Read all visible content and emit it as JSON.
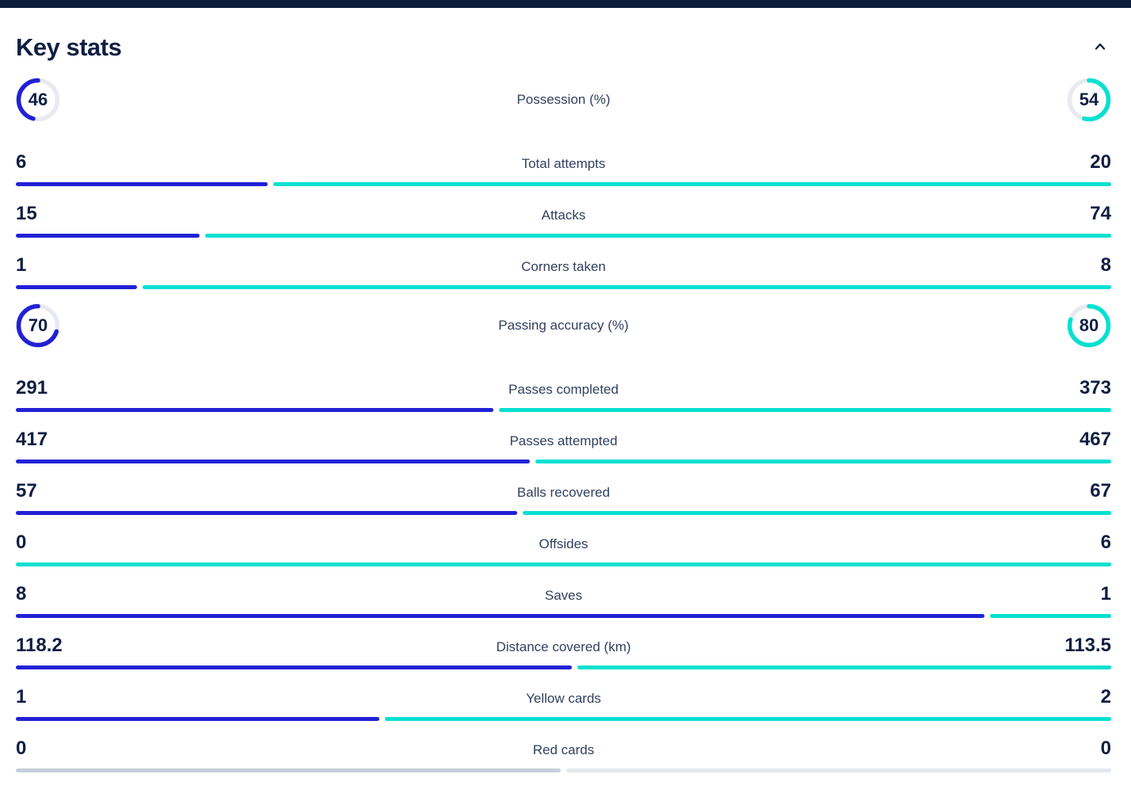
{
  "panel": {
    "title": "Key stats",
    "collapse_icon": "chevron-up"
  },
  "colors": {
    "topbar": "#0a1e3c",
    "heading": "#0f1f42",
    "text": "#31405f",
    "home": "#2121d6",
    "away": "#07e0d1",
    "track": "#e8eaf0",
    "zero_home": "#c7cfdb",
    "zero_away": "#e4e8ee"
  },
  "stats": {
    "rows": [
      {
        "label": "Possession (%)",
        "display": "circle",
        "home": 46,
        "away": 54
      },
      {
        "label": "Total attempts",
        "display": "bar",
        "home": 6,
        "away": 20
      },
      {
        "label": "Attacks",
        "display": "bar",
        "home": 15,
        "away": 74
      },
      {
        "label": "Corners taken",
        "display": "bar",
        "home": 1,
        "away": 8
      },
      {
        "label": "Passing accuracy (%)",
        "display": "circle",
        "home": 70,
        "away": 80
      },
      {
        "label": "Passes completed",
        "display": "bar",
        "home": 291,
        "away": 373
      },
      {
        "label": "Passes attempted",
        "display": "bar",
        "home": 417,
        "away": 467
      },
      {
        "label": "Balls recovered",
        "display": "bar",
        "home": 57,
        "away": 67
      },
      {
        "label": "Offsides",
        "display": "bar",
        "home": 0,
        "away": 6
      },
      {
        "label": "Saves",
        "display": "bar",
        "home": 8,
        "away": 1
      },
      {
        "label": "Distance covered (km)",
        "display": "bar",
        "home": 118.2,
        "away": 113.5
      },
      {
        "label": "Yellow cards",
        "display": "bar",
        "home": 1,
        "away": 2
      },
      {
        "label": "Red cards",
        "display": "bar",
        "home": 0,
        "away": 0
      }
    ]
  },
  "chart_data": {
    "type": "bar",
    "title": "Key stats",
    "layout": "paired horizontal comparison bars and donut rings; home team (blue) on left, away team (cyan) on right; labels centered",
    "categories": [
      "Possession (%)",
      "Total attempts",
      "Attacks",
      "Corners taken",
      "Passing accuracy (%)",
      "Passes completed",
      "Passes attempted",
      "Balls recovered",
      "Offsides",
      "Saves",
      "Distance covered (km)",
      "Yellow cards",
      "Red cards"
    ],
    "series": [
      {
        "name": "home",
        "color": "#2121d6",
        "values": [
          46,
          6,
          15,
          1,
          70,
          291,
          417,
          57,
          0,
          8,
          118.2,
          1,
          0
        ]
      },
      {
        "name": "away",
        "color": "#07e0d1",
        "values": [
          54,
          20,
          74,
          8,
          80,
          373,
          467,
          67,
          6,
          1,
          113.5,
          2,
          0
        ]
      }
    ],
    "notes": "Possession and Passing accuracy shown as percentage donut rings; all other stats shown as proportional split bars; Red cards 0-0 shown as gray 50/50 bar"
  }
}
